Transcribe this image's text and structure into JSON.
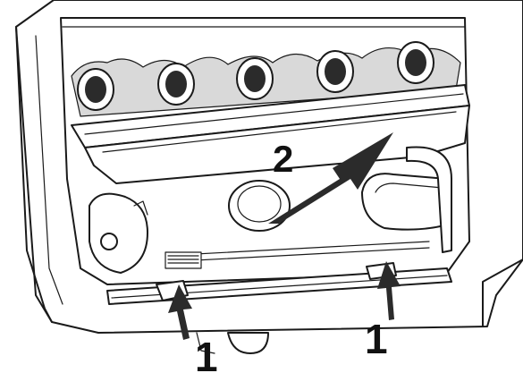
{
  "callouts": {
    "step_two": "2",
    "step_one_left": "1",
    "step_one_right": "1"
  },
  "colors": {
    "outline": "#1a1a1a",
    "arrow_fill": "#3a3a3a",
    "background": "#ffffff",
    "shade": "#d9d9d9"
  }
}
